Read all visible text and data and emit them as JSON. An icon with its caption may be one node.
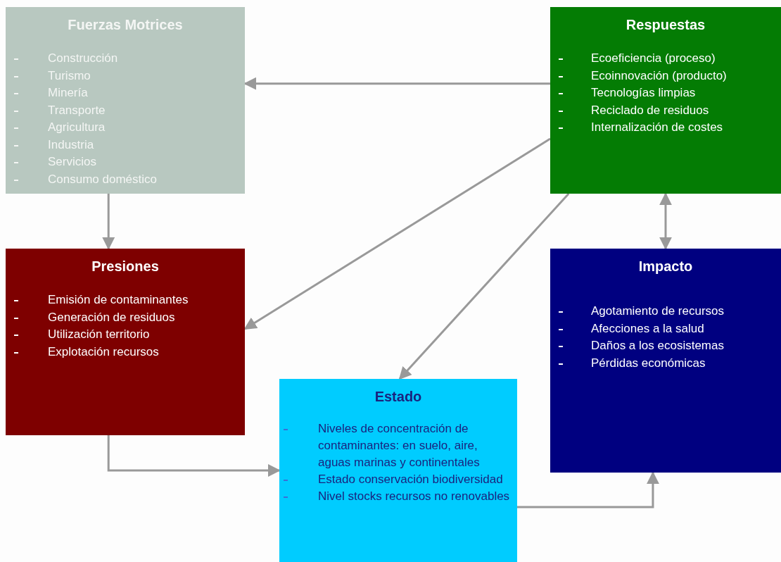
{
  "diagram": {
    "nodes": [
      {
        "text": [
          "Fuerzas Motrices",
          "Construcción",
          "Turismo",
          "Minería",
          "Transporte",
          "Agricultura",
          "Industria",
          "Servicios",
          "Consumo doméstico"
        ]
      },
      {
        "text": [
          "Respuestas",
          "Ecoeficiencia (proceso)",
          "Ecoinnovación (producto)",
          "Tecnologías limpias",
          "Reciclado de residuos",
          "Internalización de costes"
        ]
      },
      {
        "text": [
          "Presiones",
          "Emisión de contaminantes",
          "Generación de residuos",
          "Utilización territorio",
          "Explotación recursos"
        ]
      },
      {
        "text": [
          "Impacto",
          "Agotamiento de recursos",
          "Afecciones a la salud",
          "Daños a los ecosistemas",
          "Pérdidas económicas"
        ]
      },
      {
        "text": [
          "Estado",
          "Niveles de concentración de contaminantes: en suelo, aire, aguas marinas y continentales",
          "Estado conservación biodiversidad",
          "Nivel stocks recursos no renovables"
        ]
      }
    ],
    "edges": [
      {
        "from": 0,
        "to": 2,
        "arrow": "to"
      },
      {
        "from": 1,
        "to": 0,
        "arrow": "to"
      },
      {
        "from": 1,
        "to": 2,
        "arrow": "to"
      },
      {
        "from": 1,
        "to": 4,
        "arrow": "to"
      },
      {
        "from": 1,
        "to": 3,
        "arrow": "both"
      },
      {
        "from": 2,
        "to": 4,
        "arrow": "to"
      },
      {
        "from": 4,
        "to": 3,
        "arrow": "to"
      }
    ]
  }
}
